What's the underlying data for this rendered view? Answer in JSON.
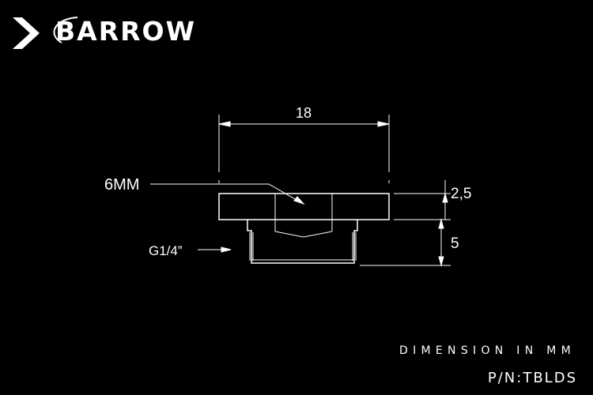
{
  "header": {
    "brand_name": "BARROW",
    "logo_icon": "barrow-arrow-logo-icon"
  },
  "drawing": {
    "dimensions": {
      "top_width": "18",
      "cap_height": "2,5",
      "thread_height": "5"
    },
    "annotations": {
      "hex_label": "6MM",
      "thread_label": "G1/4”"
    }
  },
  "footer": {
    "dimension_note": "DIMENSION IN MM",
    "part_number": "P/N:TBLDS"
  },
  "colors": {
    "background": "#000000",
    "lines": "#ffffff",
    "text": "#ffffff"
  }
}
